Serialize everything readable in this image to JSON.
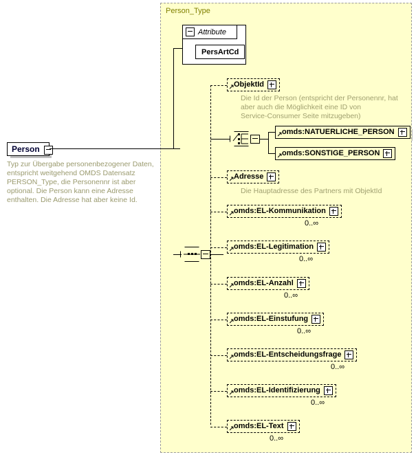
{
  "diagram": {
    "kind": "xsd-schema-diagram",
    "root_element": {
      "name": "Person",
      "toggle": "minus",
      "documentation": "Typ zur Übergabe personenbezogener Daten, entspricht weitgehend OMDS Datensatz PERSON_Type, die Personennr ist aber optional. Die Person kann eine Adresse enthalten. Die Adresse hat aber keine Id."
    },
    "type_container": {
      "title": "Person_Type",
      "background": "#ffffcc",
      "border": "#999999"
    },
    "attribute_group": {
      "label": "Attribute",
      "toggle": "minus",
      "items": [
        {
          "name": "PersArtCd"
        }
      ]
    },
    "compositors": {
      "choice": {
        "kind": "choice",
        "toggle": "minus"
      },
      "sequence": {
        "kind": "sequence",
        "toggle": "minus"
      }
    },
    "nodes": [
      {
        "name": "ObjektId",
        "style": "dashed",
        "toggle": "plus",
        "documentation": "Die Id der Person (entspricht der Personennr, hat\naber auch die Möglichkeit eine ID von\nService-Consumer Seite mitzugeben)",
        "cardinality": ""
      },
      {
        "name": "omds:NATUERLICHE_PERSON",
        "style": "solid",
        "toggle": "plus",
        "documentation": "",
        "cardinality": ""
      },
      {
        "name": "omds:SONSTIGE_PERSON",
        "style": "solid",
        "toggle": "plus",
        "documentation": "",
        "cardinality": ""
      },
      {
        "name": "Adresse",
        "style": "dashed",
        "toggle": "plus",
        "documentation": "Die Hauptadresse des Partners mit ObjektId",
        "cardinality": ""
      },
      {
        "name": "omds:EL-Kommunikation",
        "style": "dashed",
        "toggle": "plus",
        "documentation": "",
        "cardinality": "0..∞"
      },
      {
        "name": "omds:EL-Legitimation",
        "style": "dashed",
        "toggle": "plus",
        "documentation": "",
        "cardinality": "0..∞"
      },
      {
        "name": "omds:EL-Anzahl",
        "style": "dashed",
        "toggle": "plus",
        "documentation": "",
        "cardinality": "0..∞"
      },
      {
        "name": "omds:EL-Einstufung",
        "style": "dashed",
        "toggle": "plus",
        "documentation": "",
        "cardinality": "0..∞"
      },
      {
        "name": "omds:EL-Entscheidungsfrage",
        "style": "dashed",
        "toggle": "plus",
        "documentation": "",
        "cardinality": "0..∞"
      },
      {
        "name": "omds:EL-Identifizierung",
        "style": "dashed",
        "toggle": "plus",
        "documentation": "",
        "cardinality": "0..∞"
      },
      {
        "name": "omds:EL-Text",
        "style": "dashed",
        "toggle": "plus",
        "documentation": "",
        "cardinality": "0..∞"
      }
    ]
  }
}
